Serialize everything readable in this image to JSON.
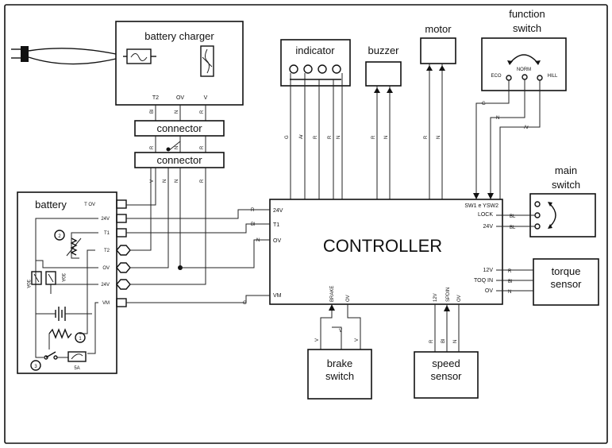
{
  "boxes": {
    "battery_charger": "battery charger",
    "connector_top": "connector",
    "connector_bottom": "connector",
    "indicator": "indicator",
    "buzzer": "buzzer",
    "motor": "motor",
    "function_switch": "function\nswitch",
    "main_switch": "main\nswitch",
    "battery": "battery",
    "controller": "CONTROLLER",
    "torque_sensor": "torque\nsensor",
    "brake_switch": "brake\nswitch",
    "speed_sensor": "speed\nsensor"
  },
  "charger_terminals": [
    "T2",
    "OV",
    "V"
  ],
  "function_switch_modes": [
    "ECO",
    "NORM",
    "HILL"
  ],
  "battery_terminals": [
    "T OV",
    "24V",
    "T1",
    "T2",
    "OV",
    "24V",
    "VM"
  ],
  "battery_internal": {
    "fuse_left": "30A",
    "fuse_right": "30A",
    "fuse_small": "5A",
    "marker_1": "1",
    "marker_2": "2",
    "marker_3": "3"
  },
  "controller_left_pins": [
    "24V",
    "T1",
    "OV",
    "VM"
  ],
  "controller_right_pins": [
    "SW1 e YSW2",
    "LOCK",
    "24V",
    "12V",
    "TOQ IN",
    "OV"
  ],
  "controller_bottom_pins": [
    "BRAKE",
    "OV",
    "12V",
    "SPDIN",
    "OV"
  ],
  "wire_codes": {
    "charger_to_connector": [
      "Bl",
      "N",
      "R"
    ],
    "connector_to_connector": [
      "R",
      "N",
      "R"
    ],
    "connector_bottom_out": [
      "V",
      "N",
      "N",
      "R"
    ],
    "indicator": [
      "G",
      "Ar",
      "R",
      "R",
      "N"
    ],
    "buzzer": [
      "R",
      "N"
    ],
    "motor": [
      "R",
      "N"
    ],
    "function_switch": [
      "G",
      "N",
      "Ar"
    ],
    "controller_left": [
      "R",
      "Bl",
      "N",
      "G"
    ],
    "main_switch": [
      "BL",
      "BL"
    ],
    "torque": [
      "R",
      "Bl",
      "N"
    ],
    "brake": [
      "V",
      "V",
      "V"
    ],
    "speed": [
      "R",
      "Bl",
      "N"
    ]
  }
}
